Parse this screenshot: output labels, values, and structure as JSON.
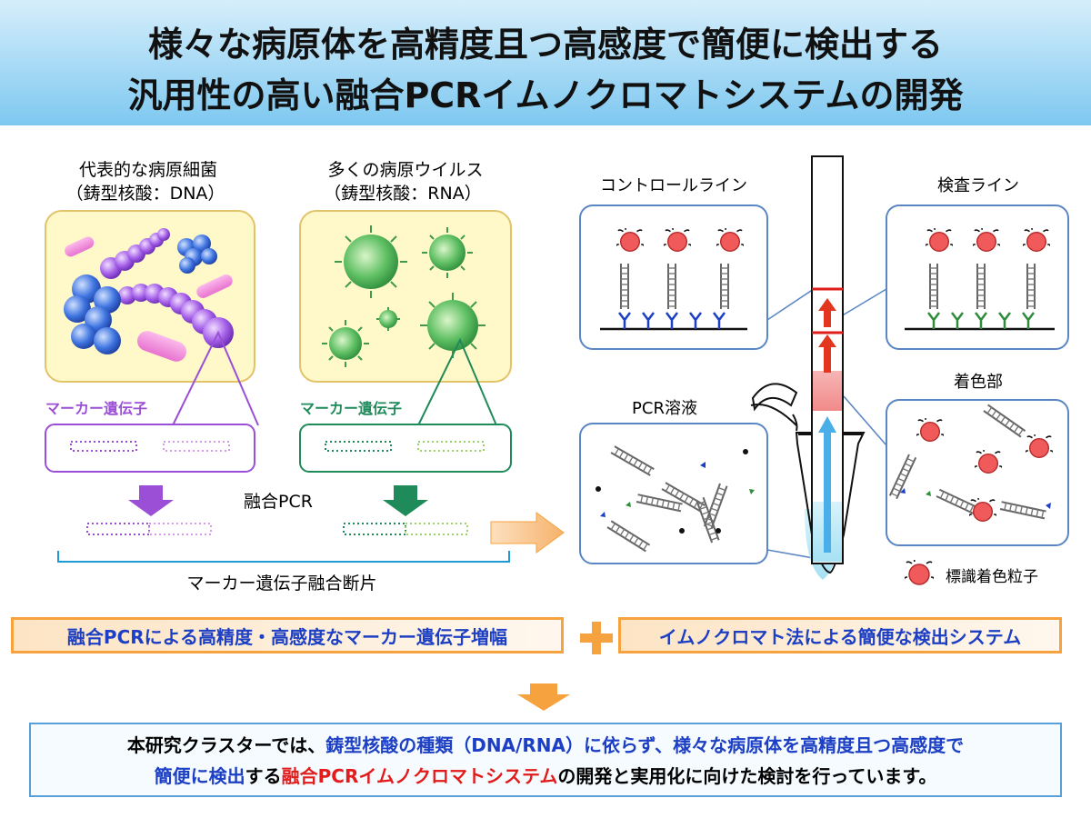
{
  "title": {
    "line1": "様々な病原体を高精度且つ高感度で簡便に検出する",
    "line2": "汎用性の高い融合PCRイムノクロマトシステムの開発"
  },
  "left": {
    "bacteria_title": "代表的な病原細菌",
    "bacteria_subtitle": "（鋳型核酸：DNA）",
    "virus_title": "多くの病原ウイルス",
    "virus_subtitle": "（鋳型核酸：RNA）",
    "marker_gene_label_bacteria": "マーカー遺伝子",
    "marker_gene_label_virus": "マーカー遺伝子",
    "fusion_pcr_label": "融合PCR",
    "fusion_fragment_label": "マーカー遺伝子融合断片"
  },
  "right": {
    "control_line_label": "コントロールライン",
    "test_line_label": "検査ライン",
    "colored_part_label": "着色部",
    "pcr_solution_label": "PCR溶液",
    "legend_label": "標識着色粒子"
  },
  "bars": {
    "left": "融合PCRによる高精度・高感度なマーカー遺伝子増幅",
    "right": "イムノクロマト法による簡便な検出システム"
  },
  "conclusion": {
    "p1": "本研究クラスターでは、",
    "p2": "鋳型核酸の種類（DNA/RNA）に依らず、様々な病原体を高精度且つ高感度で",
    "p3": "簡便に検出",
    "p4": "する",
    "p5": "融合PCRイムノクロマトシステム",
    "p6": "の開発と実用化に向けた検討を行っています。"
  },
  "colors": {
    "purple": "#9b4fd6",
    "light_purple": "#d59ae8",
    "dark_green": "#1f8a5a",
    "light_green": "#9bd06a",
    "blue_text": "#1c3fc4",
    "red_text": "#e21b1b",
    "orange": "#f6a23e",
    "particle_red": "#f05a5a"
  }
}
